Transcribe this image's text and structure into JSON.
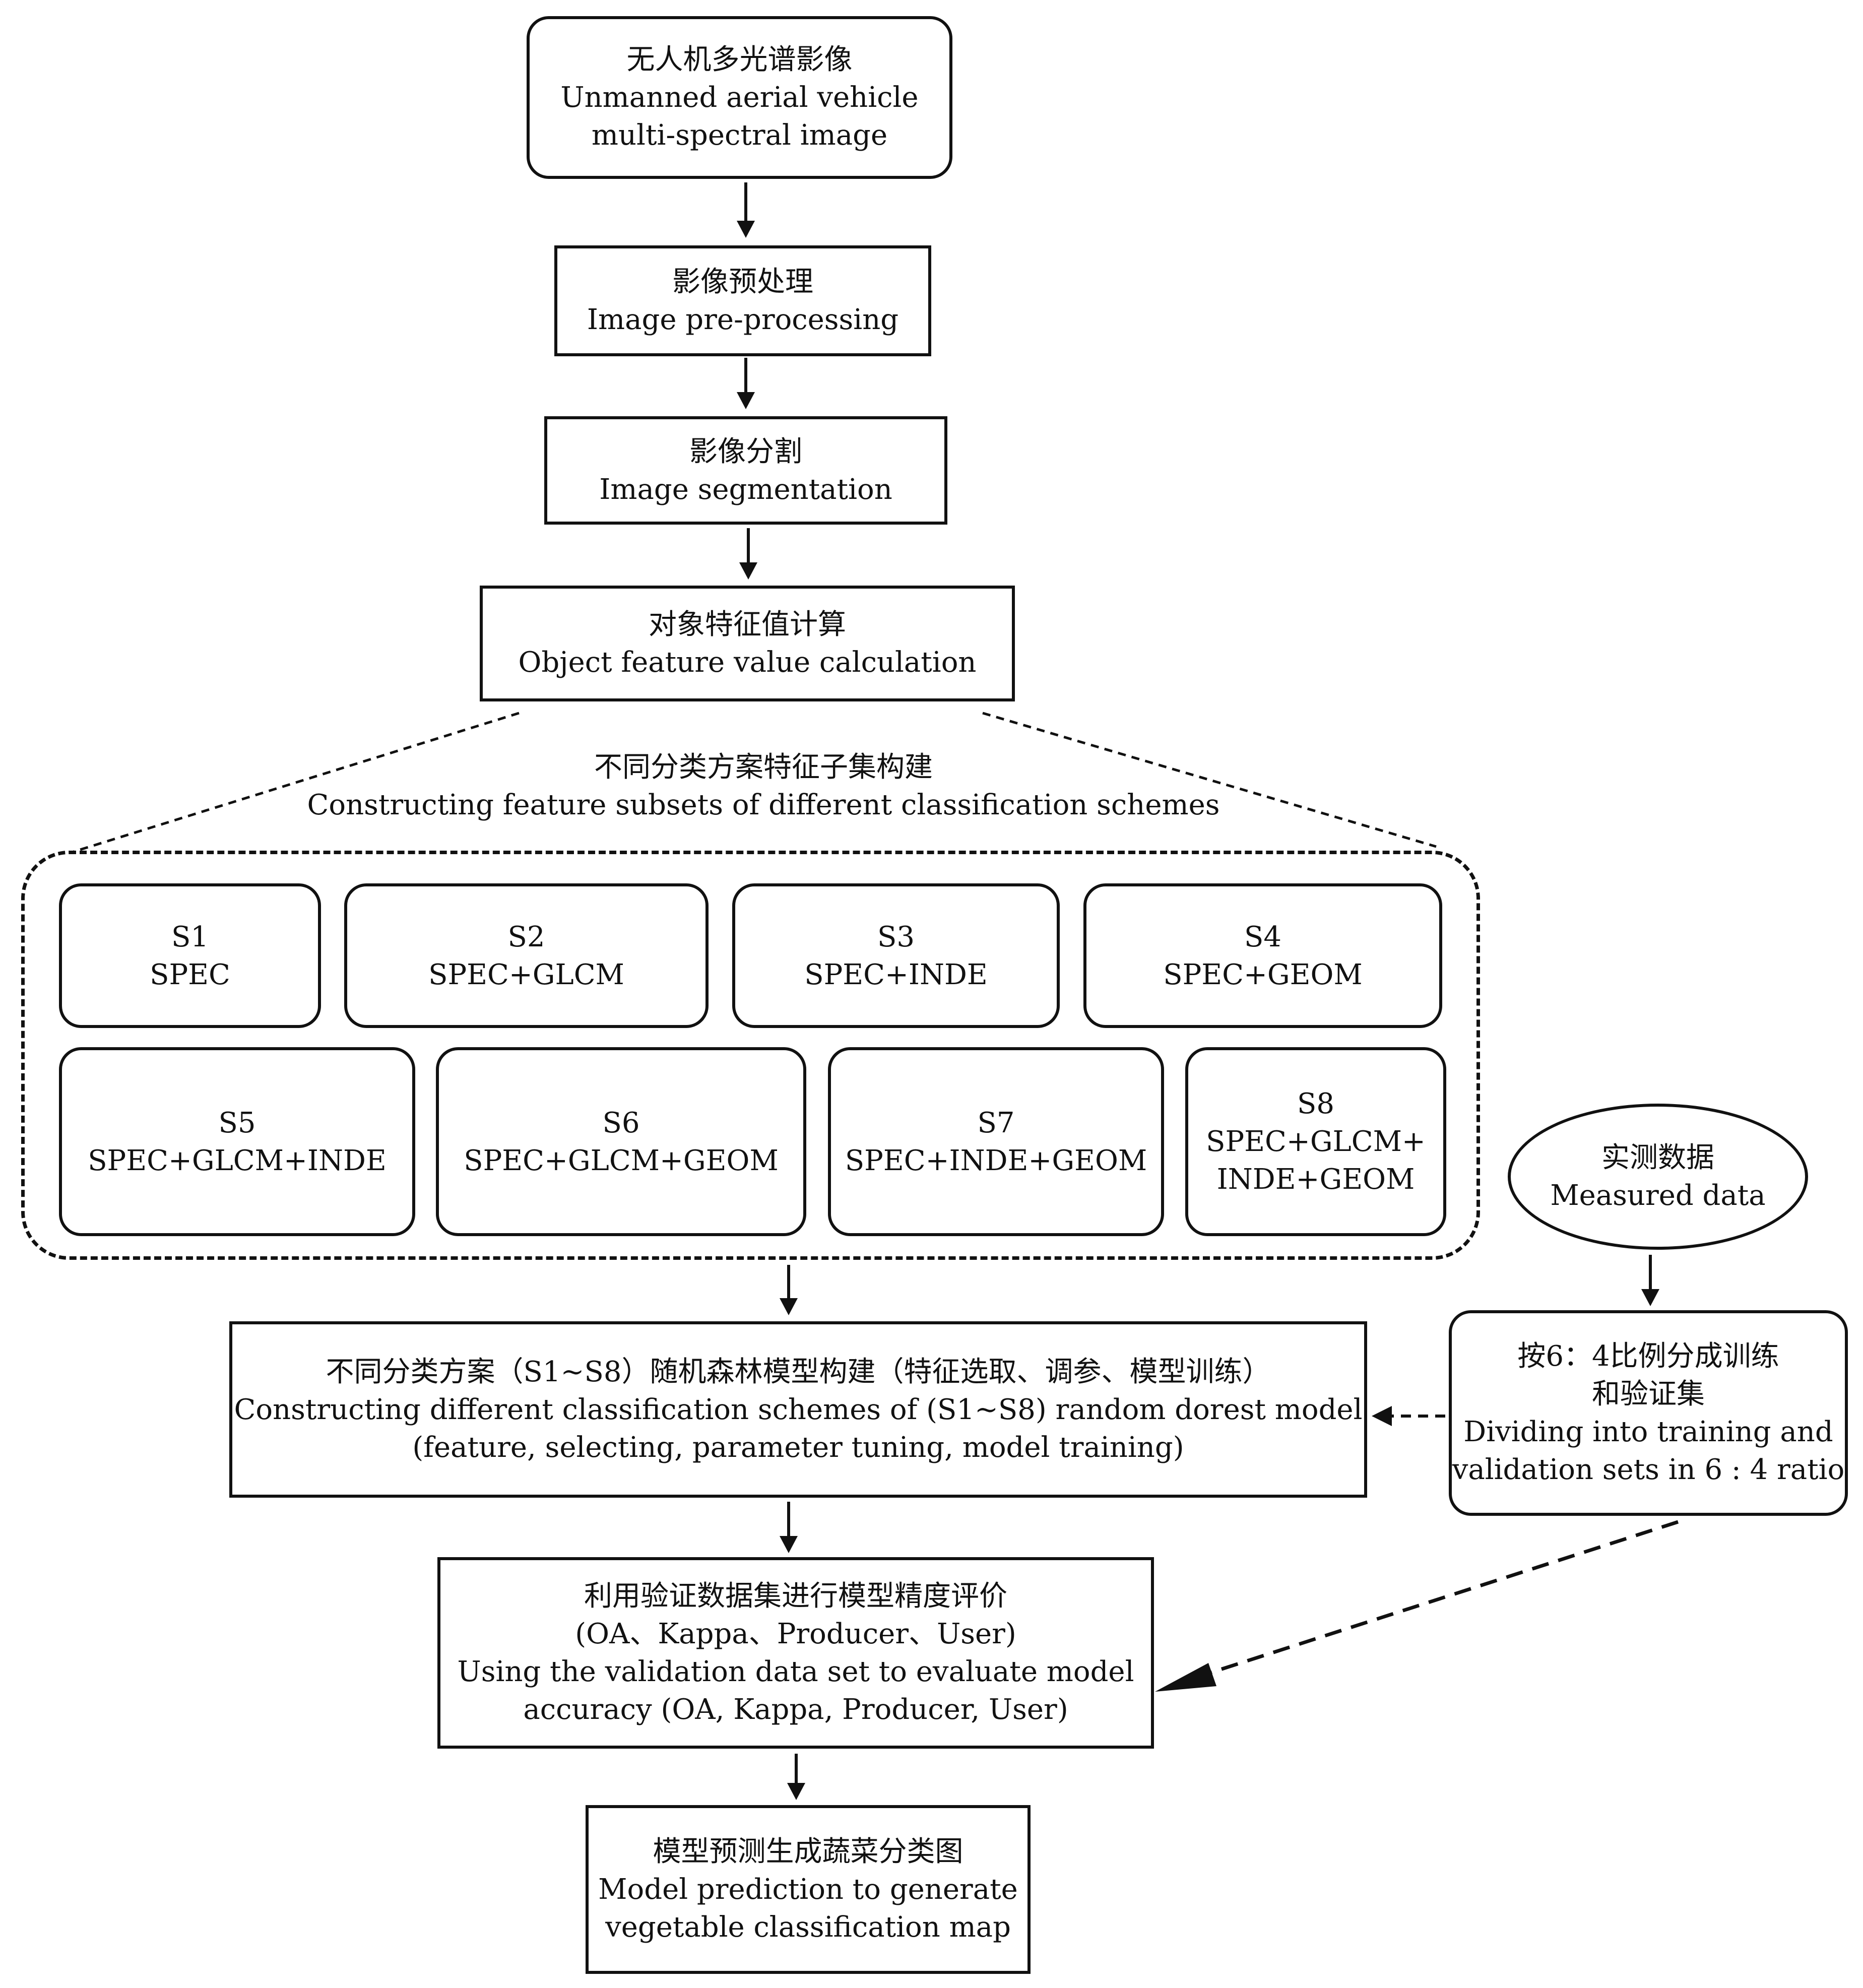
{
  "flow": {
    "uav_image": {
      "zh": "无人机多光谱影像",
      "en_line1": "Unmanned aerial vehicle",
      "en_line2": "multi-spectral image"
    },
    "preprocessing": {
      "zh": "影像预处理",
      "en": "Image pre-processing"
    },
    "segmentation": {
      "zh": "影像分割",
      "en": "Image segmentation"
    },
    "feature_calc": {
      "zh": "对象特征值计算",
      "en": "Object feature value calculation"
    },
    "subset_heading": {
      "zh": "不同分类方案特征子集构建",
      "en": "Constructing feature subsets of different classification schemes"
    },
    "schemes": [
      {
        "id": "S1",
        "features": "SPEC"
      },
      {
        "id": "S2",
        "features": "SPEC+GLCM"
      },
      {
        "id": "S3",
        "features": "SPEC+INDE"
      },
      {
        "id": "S4",
        "features": "SPEC+GEOM"
      },
      {
        "id": "S5",
        "features": "SPEC+GLCM+INDE"
      },
      {
        "id": "S6",
        "features": "SPEC+GLCM+GEOM"
      },
      {
        "id": "S7",
        "features": "SPEC+INDE+GEOM"
      },
      {
        "id": "S8",
        "features_line1": "SPEC+GLCM+",
        "features_line2": "INDE+GEOM"
      }
    ],
    "measured_data": {
      "zh": "实测数据",
      "en": "Measured data"
    },
    "split": {
      "zh_line1": "按6：4比例分成训练",
      "zh_line2": "和验证集",
      "en_line1": "Dividing into training and",
      "en_line2": "validation sets in 6 : 4 ratio"
    },
    "model_build": {
      "zh": "不同分类方案（S1~S8）随机森林模型构建（特征选取、调参、模型训练）",
      "en_line1": "Constructing different classification schemes of (S1~S8) random dorest model",
      "en_line2": "(feature, selecting, parameter tuning, model training)"
    },
    "evaluation": {
      "zh": "利用验证数据集进行模型精度评价",
      "metrics": "(OA、Kappa、Producer、User)",
      "en_line1": "Using the validation data set to evaluate model",
      "en_line2": "accuracy (OA, Kappa, Producer, User)"
    },
    "prediction": {
      "zh": "模型预测生成蔬菜分类图",
      "en_line1": "Model prediction to generate",
      "en_line2": "vegetable classification map"
    }
  },
  "colors": {
    "line": "#111111",
    "background": "#ffffff"
  }
}
